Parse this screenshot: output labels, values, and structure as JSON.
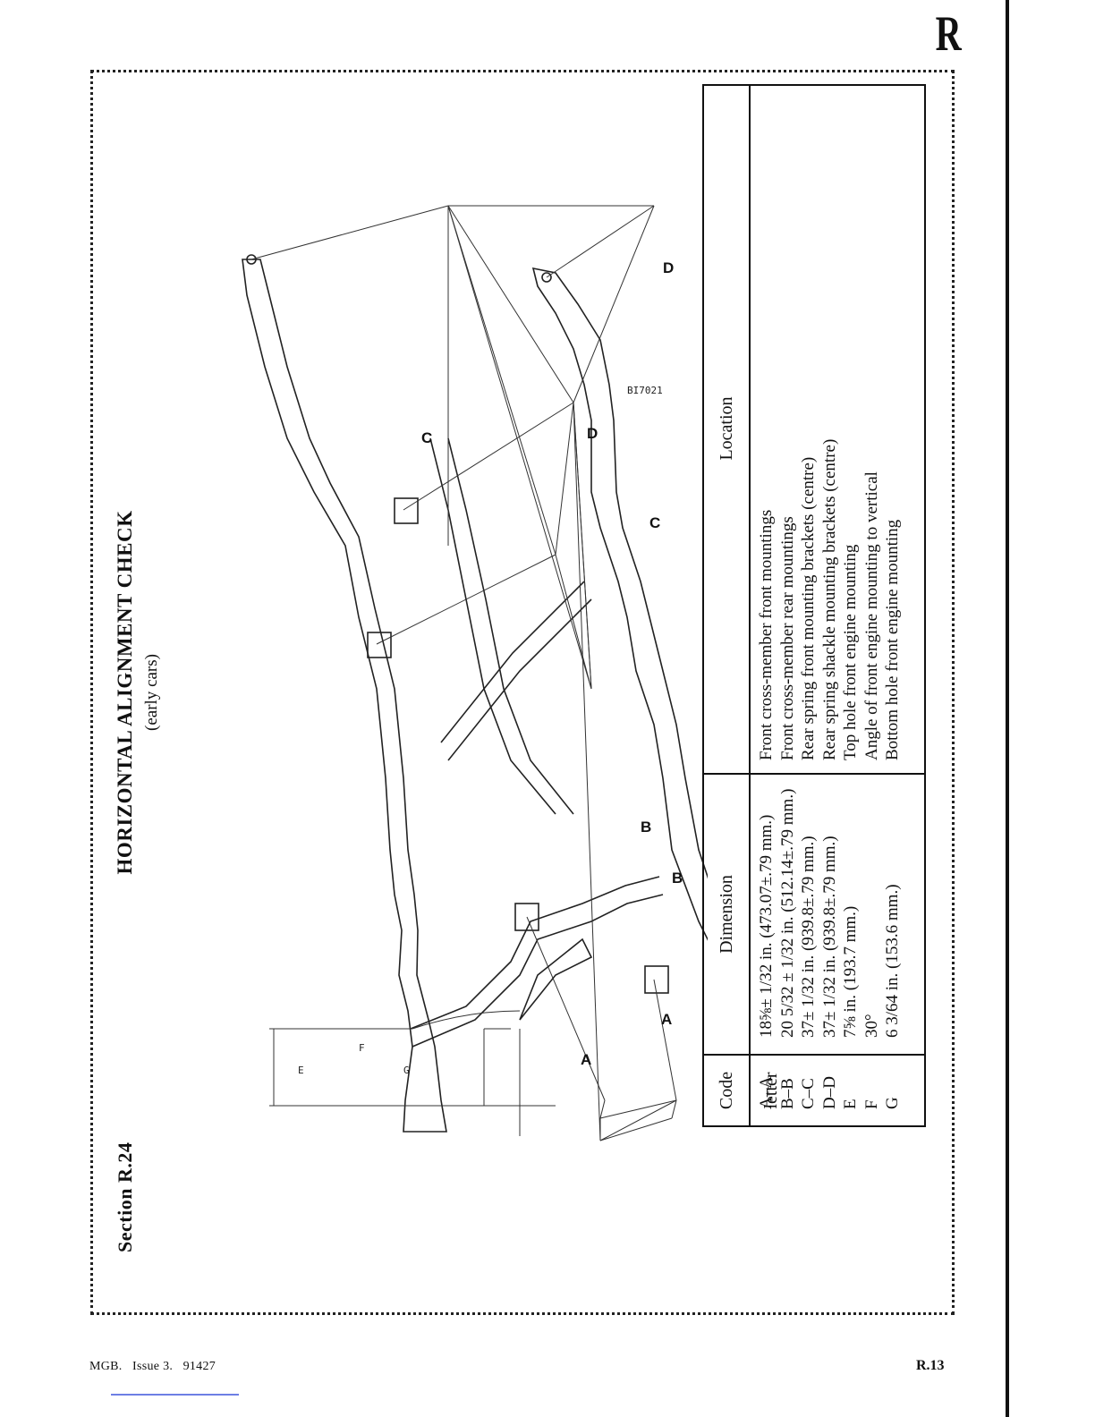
{
  "header": {
    "section_letter": "R"
  },
  "page": {
    "section_label": "Section R.24",
    "title": "HORIZONTAL ALIGNMENT CHECK",
    "subtitle": "(early cars)",
    "drawing_ref": "BI7021"
  },
  "diagram": {
    "point_labels": [
      "A",
      "A",
      "B",
      "B",
      "C",
      "C",
      "D",
      "D"
    ],
    "dimension_labels": [
      "E",
      "F",
      "G"
    ]
  },
  "table": {
    "headers": {
      "code": "Code letter",
      "dimension": "Dimension",
      "location": "Location"
    },
    "rows": [
      {
        "code": "A–A",
        "dimension": "18⅝± 1/32 in. (473.07±.79 mm.)",
        "location": "Front cross-member front mountings"
      },
      {
        "code": "B–B",
        "dimension": "20 5/32 ± 1/32 in. (512.14±.79 mm.)",
        "location": "Front cross-member rear mountings"
      },
      {
        "code": "C–C",
        "dimension": "37± 1/32 in. (939.8±.79 mm.)",
        "location": "Rear spring front mounting brackets (centre)"
      },
      {
        "code": "D–D",
        "dimension": "37± 1/32 in. (939.8±.79 mm.)",
        "location": "Rear spring shackle mounting brackets (centre)"
      },
      {
        "code": "E",
        "dimension": "7⅝ in. (193.7 mm.)",
        "location": "Top hole front engine mounting"
      },
      {
        "code": "F",
        "dimension": "30°",
        "location": "Angle of front engine mounting to vertical"
      },
      {
        "code": "G",
        "dimension": "6 3/64 in. (153.6 mm.)",
        "location": "Bottom hole front engine mounting"
      }
    ]
  },
  "footer": {
    "left": "MGB.   Issue 3.   91427",
    "right": "R.13"
  }
}
